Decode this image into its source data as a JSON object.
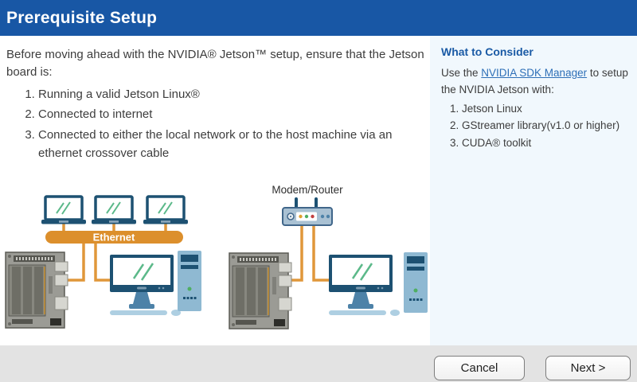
{
  "header": {
    "title": "Prerequisite Setup"
  },
  "main": {
    "intro": "Before moving ahead with the NVIDIA® Jetson™ setup, ensure that the Jetson board is:",
    "prerequisites": [
      "Running a valid Jetson Linux®",
      "Connected to internet",
      "Connected to either the local network or to the host machine via an ethernet crossover cable"
    ]
  },
  "diagrams": {
    "ethernet_label": "Ethernet",
    "router_label": "Modem/Router"
  },
  "sidebar": {
    "heading": "What to Consider",
    "body_prefix": "Use the ",
    "link_text": "NVIDIA SDK Manager",
    "body_suffix": " to setup the NVIDIA Jetson with:",
    "items": [
      "Jetson Linux",
      "GStreamer library(v1.0 or higher)",
      "CUDA® toolkit"
    ]
  },
  "footer": {
    "cancel_label": "Cancel",
    "next_label": "Next >"
  },
  "colors": {
    "header_bg": "#1857a5",
    "sidebar_bg": "#f1f8fd",
    "heading_blue": "#1a5aa5",
    "link_blue": "#2e6fb7",
    "accent_orange": "#dc8f2c",
    "device_navy": "#1d5172",
    "screen_green": "#5cb98a"
  }
}
